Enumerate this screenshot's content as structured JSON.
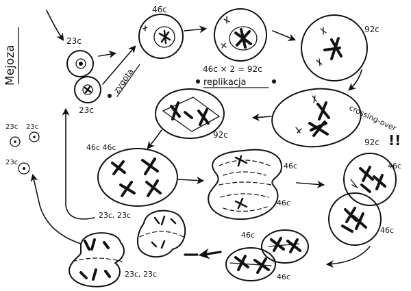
{
  "title": "Mejoza",
  "labels": {
    "sperm": "23c",
    "egg": "23c",
    "zygote": "zygota",
    "zygote_c": "46c",
    "replication_formula": "46c × 2 = 92c",
    "replication": "replikacja",
    "prophase_c": "92c",
    "crossing_over": "crossing-over",
    "crossing_exclaim": "!!",
    "crossing_c": "92c",
    "spindle_c": "92c",
    "split_left": "46c 46c",
    "dividing_top": "46c",
    "dividing_bottom": "46c",
    "pair_top": "46c",
    "pair_bottom": "46c",
    "pair2_top": "46c",
    "pair2_bottom": "46c",
    "gamete_pair_top": "23c, 23c",
    "gamete_pair_bottom": "23c, 23c",
    "small_a": "23c",
    "small_b": "23c",
    "small_c": "23c"
  }
}
